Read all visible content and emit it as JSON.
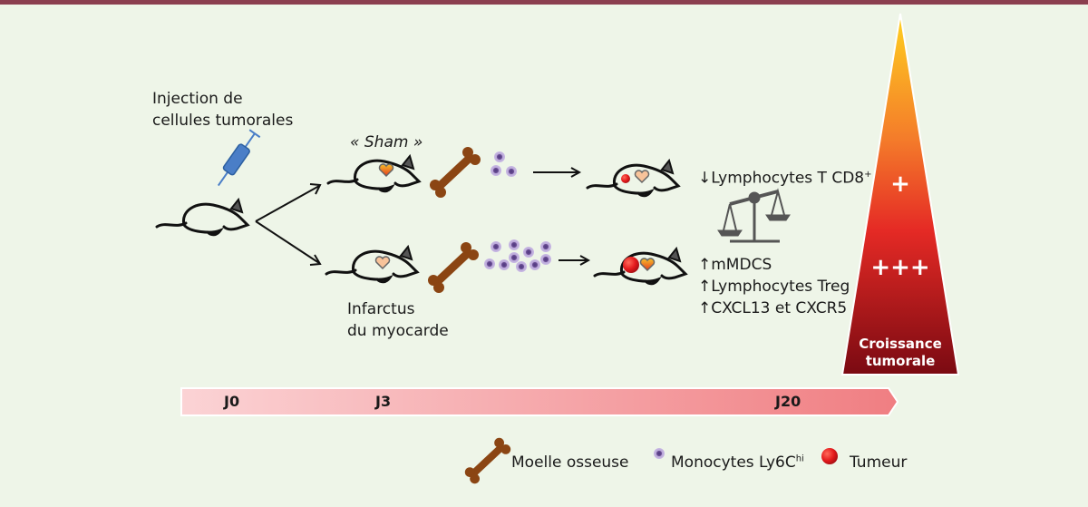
{
  "labels": {
    "injection": [
      "Injection de",
      "cellules tumorales"
    ],
    "sham": "« Sham »",
    "infarct": [
      "Infarctus",
      "du myocarde"
    ]
  },
  "effects": {
    "down": [
      {
        "arrow": "↓",
        "text": "Lymphocytes T CD8",
        "sup": "+"
      }
    ],
    "up": [
      {
        "arrow": "↑",
        "text": "mMDCS"
      },
      {
        "arrow": "↑",
        "text": "Lymphocytes Treg"
      },
      {
        "arrow": "↑",
        "text": "CXCL13 et CXCR5"
      }
    ]
  },
  "growth": {
    "low": "+",
    "high": "+++",
    "title": [
      "Croissance",
      "tumorale"
    ]
  },
  "timeline": {
    "points": [
      "J0",
      "J3",
      "J20"
    ]
  },
  "legend": {
    "bone": "Moelle osseuse",
    "monocytes": "Monocytes Ly6C",
    "monocytes_sup": "hi",
    "tumor": "Tumeur"
  },
  "colors": {
    "background": "#eef5e8",
    "topbar": "#8b3f4f",
    "bone": "#8b4513",
    "monocyte": "#6a4c93",
    "tumor": "#e41a1c",
    "syringe": "#4a7ec7"
  }
}
